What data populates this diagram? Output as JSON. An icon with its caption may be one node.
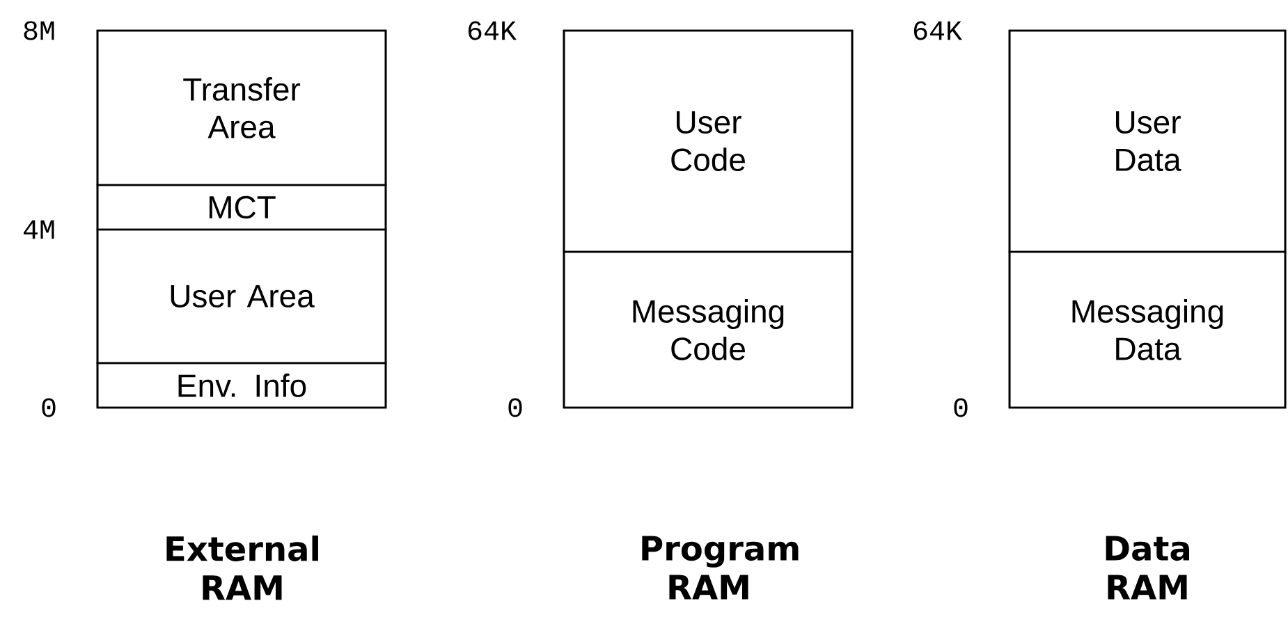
{
  "diagram": {
    "nodes": [
      {
        "text": [],
        "shape": "box"
      },
      {
        "text": [
          "Transfer Area"
        ],
        "in": 0
      },
      {
        "text": [
          "MCT"
        ],
        "in": 0
      },
      {
        "text": [
          "User Area"
        ],
        "in": 0
      },
      {
        "text": [
          "Env. Info"
        ],
        "in": 0
      },
      {
        "text": [],
        "shape": "box"
      },
      {
        "text": [
          "User Code"
        ],
        "in": 5
      },
      {
        "text": [
          "Messaging Code"
        ],
        "in": 5
      },
      {
        "text": [],
        "shape": "box"
      },
      {
        "text": [
          "User Data"
        ],
        "in": 8
      },
      {
        "text": [
          "Messaging Data"
        ],
        "in": 8
      }
    ],
    "labels": [
      "8M",
      "64K",
      "64K",
      "4M",
      "0",
      "0",
      "0",
      "External RAM",
      "Program RAM",
      "Data RAM"
    ]
  }
}
